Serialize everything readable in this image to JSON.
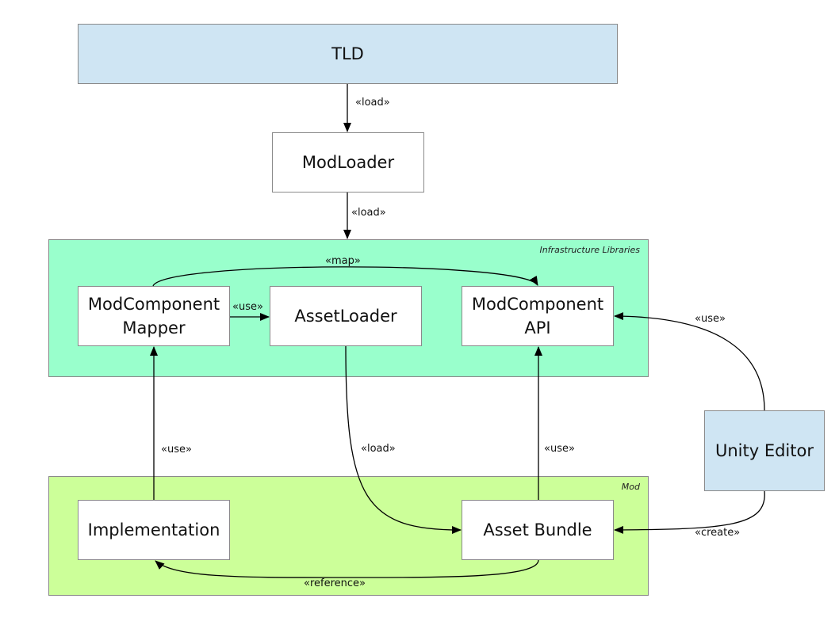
{
  "groups": {
    "infrastructure": {
      "label": "Infrastructure Libraries",
      "color": "#99ffcc"
    },
    "mod": {
      "label": "Mod",
      "color": "#ccff99"
    }
  },
  "nodes": {
    "tld": "TLD",
    "modloader": "ModLoader",
    "mapper": "ModComponent\nMapper",
    "assetloader": "AssetLoader",
    "api": "ModComponent\nAPI",
    "implementation": "Implementation",
    "assetbundle": "Asset Bundle",
    "unityeditor": "Unity Editor"
  },
  "edges": {
    "tld_modloader": "«load»",
    "modloader_infra": "«load»",
    "mapper_api": "«map»",
    "mapper_assetloader": "«use»",
    "editor_api": "«use»",
    "impl_mapper": "«use»",
    "assetloader_bundle": "«load»",
    "bundle_api": "«use»",
    "editor_bundle": "«create»",
    "bundle_impl": "«reference»"
  }
}
